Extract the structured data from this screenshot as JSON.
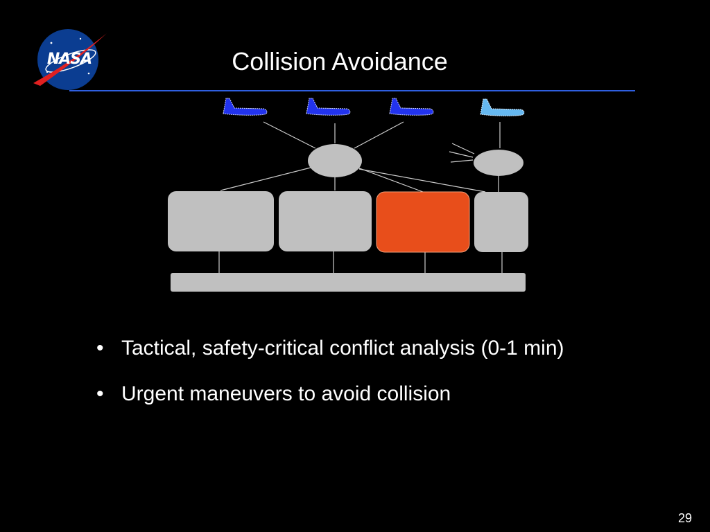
{
  "logo": {
    "word": "NASA",
    "icon": "nasa-meatball-logo"
  },
  "title": "Collision Avoidance",
  "colors": {
    "background": "#000000",
    "rule": "#2f5fe0",
    "aircraft": "#2233ee",
    "aircraft_highlight": "#66b8f0",
    "node": "#c0c0c0",
    "highlight_box": "#e84e1b"
  },
  "bullets": [
    "Tactical, safety-critical conflict analysis (0-1 min)",
    "Urgent maneuvers to avoid collision"
  ],
  "page_number": "29"
}
